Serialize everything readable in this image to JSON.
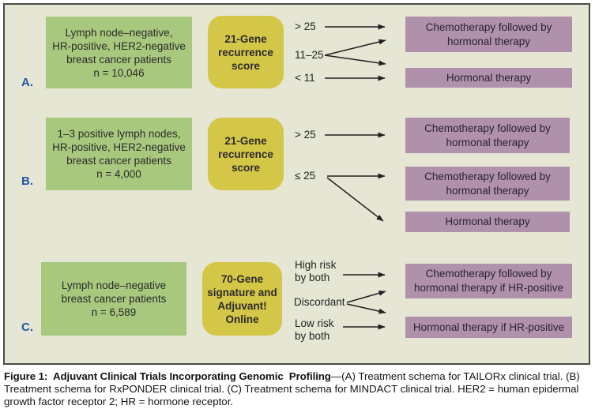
{
  "colors": {
    "diagram_background": "#e5e6d4",
    "diagram_border": "#4b4b47",
    "population_box": "#a8c87e",
    "test_box": "#d4c647",
    "outcome_box": "#af91ab",
    "section_label": "#2157a4",
    "arrow": "#231f20"
  },
  "figure": {
    "sections": [
      {
        "label": "A.",
        "population": "Lymph node–negative,\nHR-positive, HER2-negative\nbreast cancer patients\nn = 10,046",
        "test": "21-Gene\nrecurrence\nscore",
        "branches": [
          "> 25",
          "11–25",
          "< 11"
        ],
        "outcomes": [
          "Chemotherapy followed by\nhormonal therapy",
          "Hormonal therapy"
        ]
      },
      {
        "label": "B.",
        "population": "1–3 positive lymph nodes,\nHR-positive, HER2-negative\nbreast cancer patients\nn = 4,000",
        "test": "21-Gene\nrecurrence\nscore",
        "branches": [
          "> 25",
          "≤ 25"
        ],
        "outcomes": [
          "Chemotherapy followed by\nhormonal therapy",
          "Chemotherapy followed by\nhormonal therapy",
          "Hormonal therapy"
        ]
      },
      {
        "label": "C.",
        "population": "Lymph node–negative\nbreast cancer patients\nn = 6,589",
        "test": "70-Gene\nsignature and\nAdjuvant!\nOnline",
        "branches": [
          "High risk\nby both",
          "Discordant",
          "Low risk\nby both"
        ],
        "outcomes": [
          "Chemotherapy followed by\nhormonal therapy if HR-positive",
          "Hormonal therapy if HR-positive"
        ]
      }
    ]
  },
  "caption": {
    "bold": "Figure 1:  Adjuvant Clinical Trials Incorporating Genomic  Profiling",
    "rest": "—(A) Treatment schema for TAILORx clinical trial. (B) Treatment schema for RxPONDER clinical trial. (C) Treatment schema for MINDACT clinical trial. HER2 = human epidermal growth factor receptor 2; HR = hormone receptor."
  }
}
